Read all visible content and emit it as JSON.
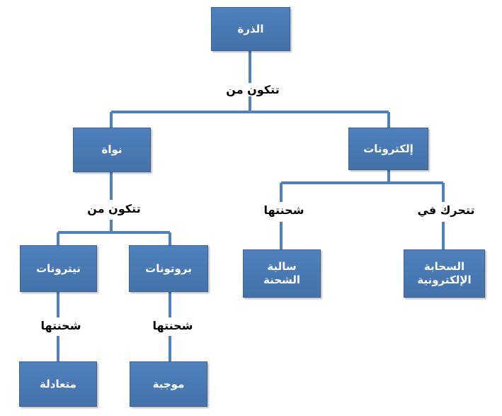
{
  "diagram": {
    "root": "الذرة",
    "root_relation": "تتكون من",
    "nucleus": {
      "label": "نواة",
      "relation": "تتكون من",
      "protons": {
        "label": "بروتونات",
        "relation": "شحنتها",
        "charge": "موجبة"
      },
      "neutrons": {
        "label": "نيترونات",
        "relation": "شحنتها",
        "charge": "متعادلة"
      }
    },
    "electrons": {
      "label": "إلكترونات",
      "charge_relation": "شحنتها",
      "charge": "سالبة\nالشحنة",
      "motion_relation": "تتحرك  في",
      "location": "السحابة\nالإلكترونية"
    },
    "colors": {
      "box_fill": "#4f81bd",
      "box_text": "#ffffff",
      "connector": "#4f81bd",
      "label_text": "#000000"
    }
  }
}
